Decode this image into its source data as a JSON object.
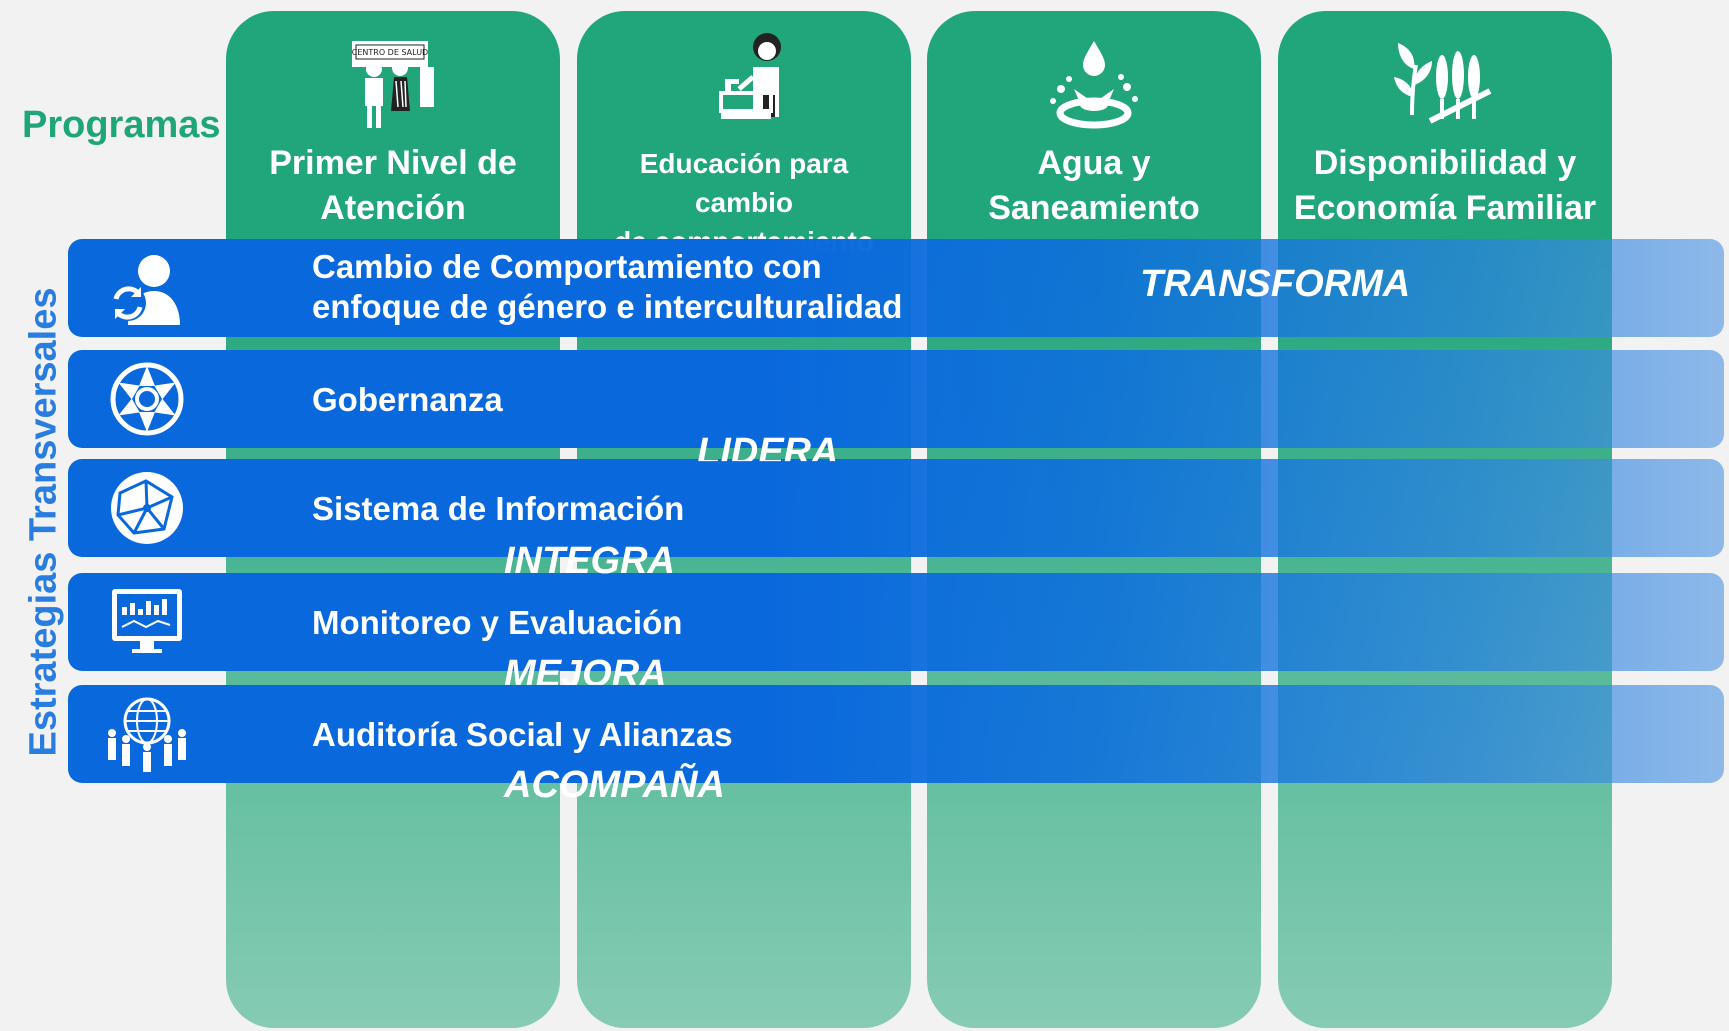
{
  "labels": {
    "programs": "Programas",
    "strategies": "Estrategias Transversales"
  },
  "programs": [
    {
      "title_line1": "Primer Nivel de",
      "title_line2": "Atención",
      "icon": "health-center-icon",
      "sign": "CENTRO DE SALUD"
    },
    {
      "title_line1": "Educación para cambio",
      "title_line2": "de comportamiento",
      "icon": "handwashing-icon"
    },
    {
      "title_line1": "Agua y",
      "title_line2": "Saneamiento",
      "icon": "water-drop-icon"
    },
    {
      "title_line1": "Disponibilidad y",
      "title_line2": "Economía Familiar",
      "icon": "crops-icon"
    }
  ],
  "strategies": [
    {
      "title_line1": "Cambio de Comportamiento con",
      "title_line2": "enfoque de género e interculturalidad",
      "icon": "person-refresh-icon"
    },
    {
      "title": "Gobernanza",
      "icon": "governance-aperture-icon"
    },
    {
      "title": "Sistema de Información",
      "icon": "globe-network-icon"
    },
    {
      "title": "Monitoreo y Evaluación",
      "icon": "monitor-chart-icon"
    },
    {
      "title": "Auditoría Social y Alianzas",
      "icon": "people-globe-icon"
    }
  ],
  "mottos": {
    "transforma": "TRANSFORMA",
    "lidera": "LIDERA",
    "integra": "INTEGRA",
    "mejora": "MEJORA",
    "acompana": "ACOMPAÑA"
  },
  "colors": {
    "program_green": "#21a57b",
    "band_blue": "#0a68dd",
    "strategy_label_blue": "#2a7de0"
  }
}
